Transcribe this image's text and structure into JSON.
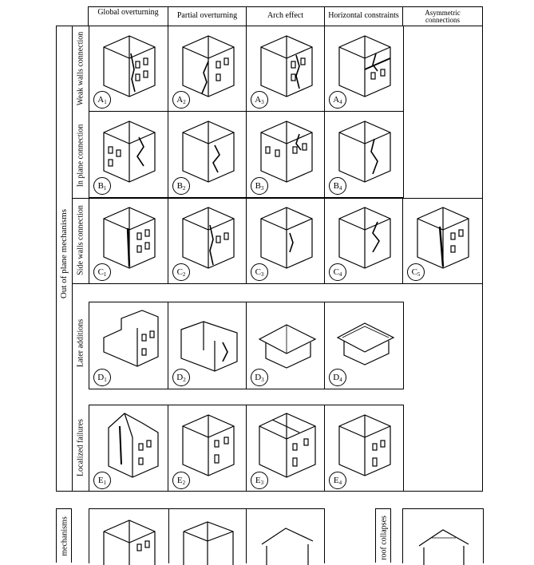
{
  "columns": {
    "global": "Global overturning",
    "partial": "Partial overturning",
    "arch": "Arch effect",
    "horizontal": "Horizontal  constraints",
    "asymmetric": "Asymmetric\nconnections"
  },
  "group_label": "Out of plane mechanisms",
  "rows": {
    "A": "Weak walls connection",
    "B": "In plane connection",
    "C": "Side walls connection",
    "D": "Later additions",
    "E": "Localized failures"
  },
  "lower_left_label": "mechanisms",
  "lower_right_label": "roof collapses",
  "cells": {
    "A1": {
      "letter": "A",
      "num": "1"
    },
    "A2": {
      "letter": "A",
      "num": "2"
    },
    "A3": {
      "letter": "A",
      "num": "3"
    },
    "A4": {
      "letter": "A",
      "num": "4"
    },
    "B1": {
      "letter": "B",
      "num": "1"
    },
    "B2": {
      "letter": "B",
      "num": "2"
    },
    "B3": {
      "letter": "B",
      "num": "3"
    },
    "B4": {
      "letter": "B",
      "num": "4"
    },
    "C1": {
      "letter": "C",
      "num": "1"
    },
    "C2": {
      "letter": "C",
      "num": "2"
    },
    "C3": {
      "letter": "C",
      "num": "3"
    },
    "C4": {
      "letter": "C",
      "num": "4"
    },
    "C5": {
      "letter": "C",
      "num": "5"
    },
    "D1": {
      "letter": "D",
      "num": "1"
    },
    "D2": {
      "letter": "D",
      "num": "2"
    },
    "D3": {
      "letter": "D",
      "num": "3"
    },
    "D4": {
      "letter": "D",
      "num": "4"
    },
    "E1": {
      "letter": "E",
      "num": "1"
    },
    "E2": {
      "letter": "E",
      "num": "2"
    },
    "E3": {
      "letter": "E",
      "num": "3"
    },
    "E4": {
      "letter": "E",
      "num": "4"
    }
  }
}
